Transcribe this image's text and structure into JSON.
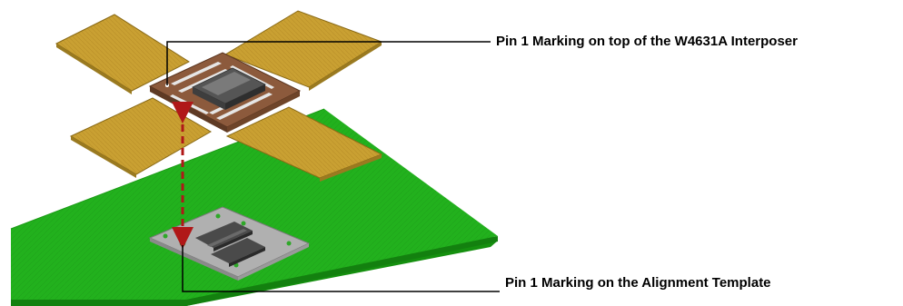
{
  "callouts": {
    "interposer_pin1": "Pin 1 Marking on top of the W4631A Interposer",
    "template_pin1": "Pin 1 Marking on the Alignment Template"
  },
  "colors": {
    "pcb_green": "#22b11d",
    "pcb_edge": "#13800f",
    "flex_gold": "#c9a032",
    "flex_edge": "#8a6a16",
    "interposer_brown": "#8c5a3c",
    "template_gray": "#a9a9a9",
    "arrow_red": "#b01818"
  },
  "icons": {
    "alignment_arrow": "double-headed-dashed-arrow"
  }
}
